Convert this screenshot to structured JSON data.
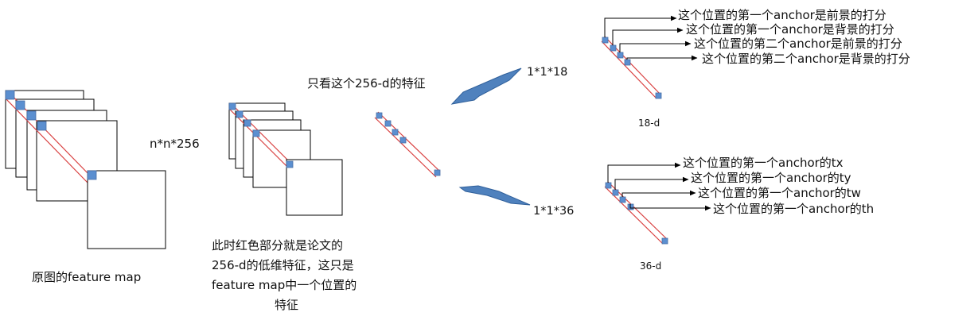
{
  "labels": {
    "feature_map": "原图的feature map",
    "nn256": "n*n*256",
    "low_dim_line1": "此时红色部分就是论文的",
    "low_dim_line2": "256-d的低维特征，这只是",
    "low_dim_line3": "feature map中一个位置的",
    "low_dim_line4": "特征",
    "only_look": "只看这个256-d的特征",
    "out_18": "1*1*18",
    "out_36": "1*1*36",
    "caption_18": "18-d",
    "caption_36": "36-d"
  },
  "cls_scores": [
    "这个位置的第一个anchor是前景的打分",
    "这个位置的第一个anchor是背景的打分",
    "这个位置的第二个anchor是前景的打分",
    "这个位置的第二个anchor是背景的打分"
  ],
  "reg_offsets": [
    "这个位置的第一个anchor的tx",
    "这个位置的第一个anchor的ty",
    "这个位置的第一个anchor的tw",
    "这个位置的第一个anchor的th"
  ],
  "colors": {
    "cell": "#5b8fd0",
    "cell_dark": "#4a6fa5",
    "red_line": "#d94040",
    "arrow_fill": "#4f81bd",
    "arrow_edge": "#2f5f9a",
    "line": "#000000"
  }
}
